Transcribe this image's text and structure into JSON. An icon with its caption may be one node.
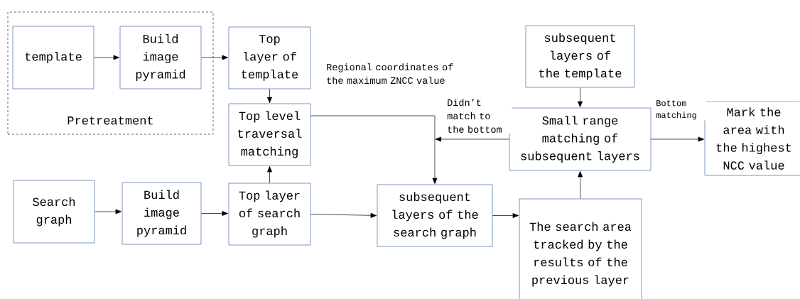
{
  "diagram": {
    "nodes": [
      {
        "text": [
          "Pretreatment"
        ]
      },
      {
        "text": [
          "template"
        ],
        "in": 0
      },
      {
        "text": [
          "Build image pyramid"
        ],
        "in": 0
      },
      {
        "text": [
          "Top layer of template"
        ]
      },
      {
        "text": [
          "Top level traversal matching"
        ]
      },
      {
        "text": [
          "Search graph"
        ]
      },
      {
        "text": [
          "Build image pyramid"
        ]
      },
      {
        "text": [
          "Top layer of search graph"
        ]
      },
      {
        "text": [
          "subsequent layers of the search graph"
        ]
      },
      {
        "text": [
          "subsequent layers of the template"
        ]
      },
      {
        "text": [
          "Small range matching of subsequent layers"
        ]
      },
      {
        "text": [
          "Mark the area with the highest NCC value"
        ]
      },
      {
        "text": [
          "The search area tracked by the results of the previous layer"
        ]
      }
    ],
    "edges": [
      {
        "from": 1,
        "to": 2,
        "arrow": "to"
      },
      {
        "from": 2,
        "to": 3,
        "arrow": "to"
      },
      {
        "from": 3,
        "to": 4,
        "arrow": "to"
      },
      {
        "from": 7,
        "to": 4,
        "arrow": "to"
      },
      {
        "from": 5,
        "to": 6,
        "arrow": "to"
      },
      {
        "from": 6,
        "to": 7,
        "arrow": "to"
      },
      {
        "from": 7,
        "to": 8,
        "arrow": "to"
      },
      {
        "from": 4,
        "to": 8,
        "arrow": "to",
        "label": "Regional coordinates of the maximum ZNCC value"
      },
      {
        "from": 8,
        "to": 12,
        "arrow": "to"
      },
      {
        "from": 12,
        "to": 10,
        "arrow": "to"
      },
      {
        "from": 9,
        "to": 10,
        "arrow": "to"
      },
      {
        "from": 10,
        "to": 8,
        "arrow": "to",
        "label": "Didn’t match to the bottom"
      },
      {
        "from": 10,
        "to": 11,
        "arrow": "to",
        "label": "Bottom matching"
      }
    ]
  }
}
